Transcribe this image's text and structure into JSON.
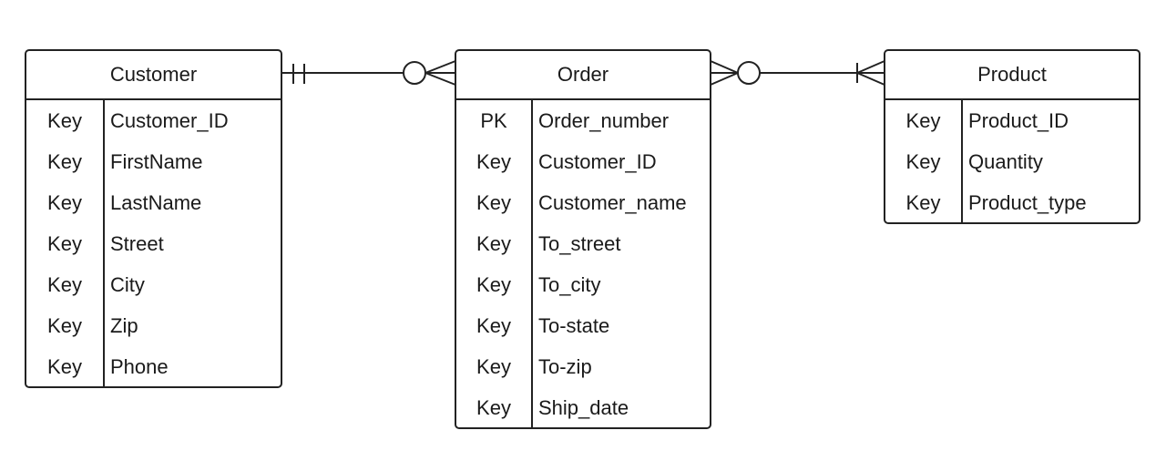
{
  "entities": {
    "customer": {
      "title": "Customer",
      "rows": [
        {
          "key": "Key",
          "field": "Customer_ID"
        },
        {
          "key": "Key",
          "field": "FirstName"
        },
        {
          "key": "Key",
          "field": "LastName"
        },
        {
          "key": "Key",
          "field": "Street"
        },
        {
          "key": "Key",
          "field": "City"
        },
        {
          "key": "Key",
          "field": "Zip"
        },
        {
          "key": "Key",
          "field": "Phone"
        }
      ]
    },
    "order": {
      "title": "Order",
      "rows": [
        {
          "key": "PK",
          "field": "Order_number"
        },
        {
          "key": "Key",
          "field": "Customer_ID"
        },
        {
          "key": "Key",
          "field": "Customer_name"
        },
        {
          "key": "Key",
          "field": "To_street"
        },
        {
          "key": "Key",
          "field": "To_city"
        },
        {
          "key": "Key",
          "field": "To-state"
        },
        {
          "key": "Key",
          "field": "To-zip"
        },
        {
          "key": "Key",
          "field": "Ship_date"
        }
      ]
    },
    "product": {
      "title": "Product",
      "rows": [
        {
          "key": "Key",
          "field": "Product_ID"
        },
        {
          "key": "Key",
          "field": "Quantity"
        },
        {
          "key": "Key",
          "field": "Product_type"
        }
      ]
    }
  },
  "relationships": [
    {
      "from": "customer",
      "to": "order",
      "from_cardinality": "one-and-only-one",
      "to_cardinality": "zero-or-many"
    },
    {
      "from": "order",
      "to": "product",
      "from_cardinality": "zero-or-many",
      "to_cardinality": "one-or-many"
    }
  ]
}
